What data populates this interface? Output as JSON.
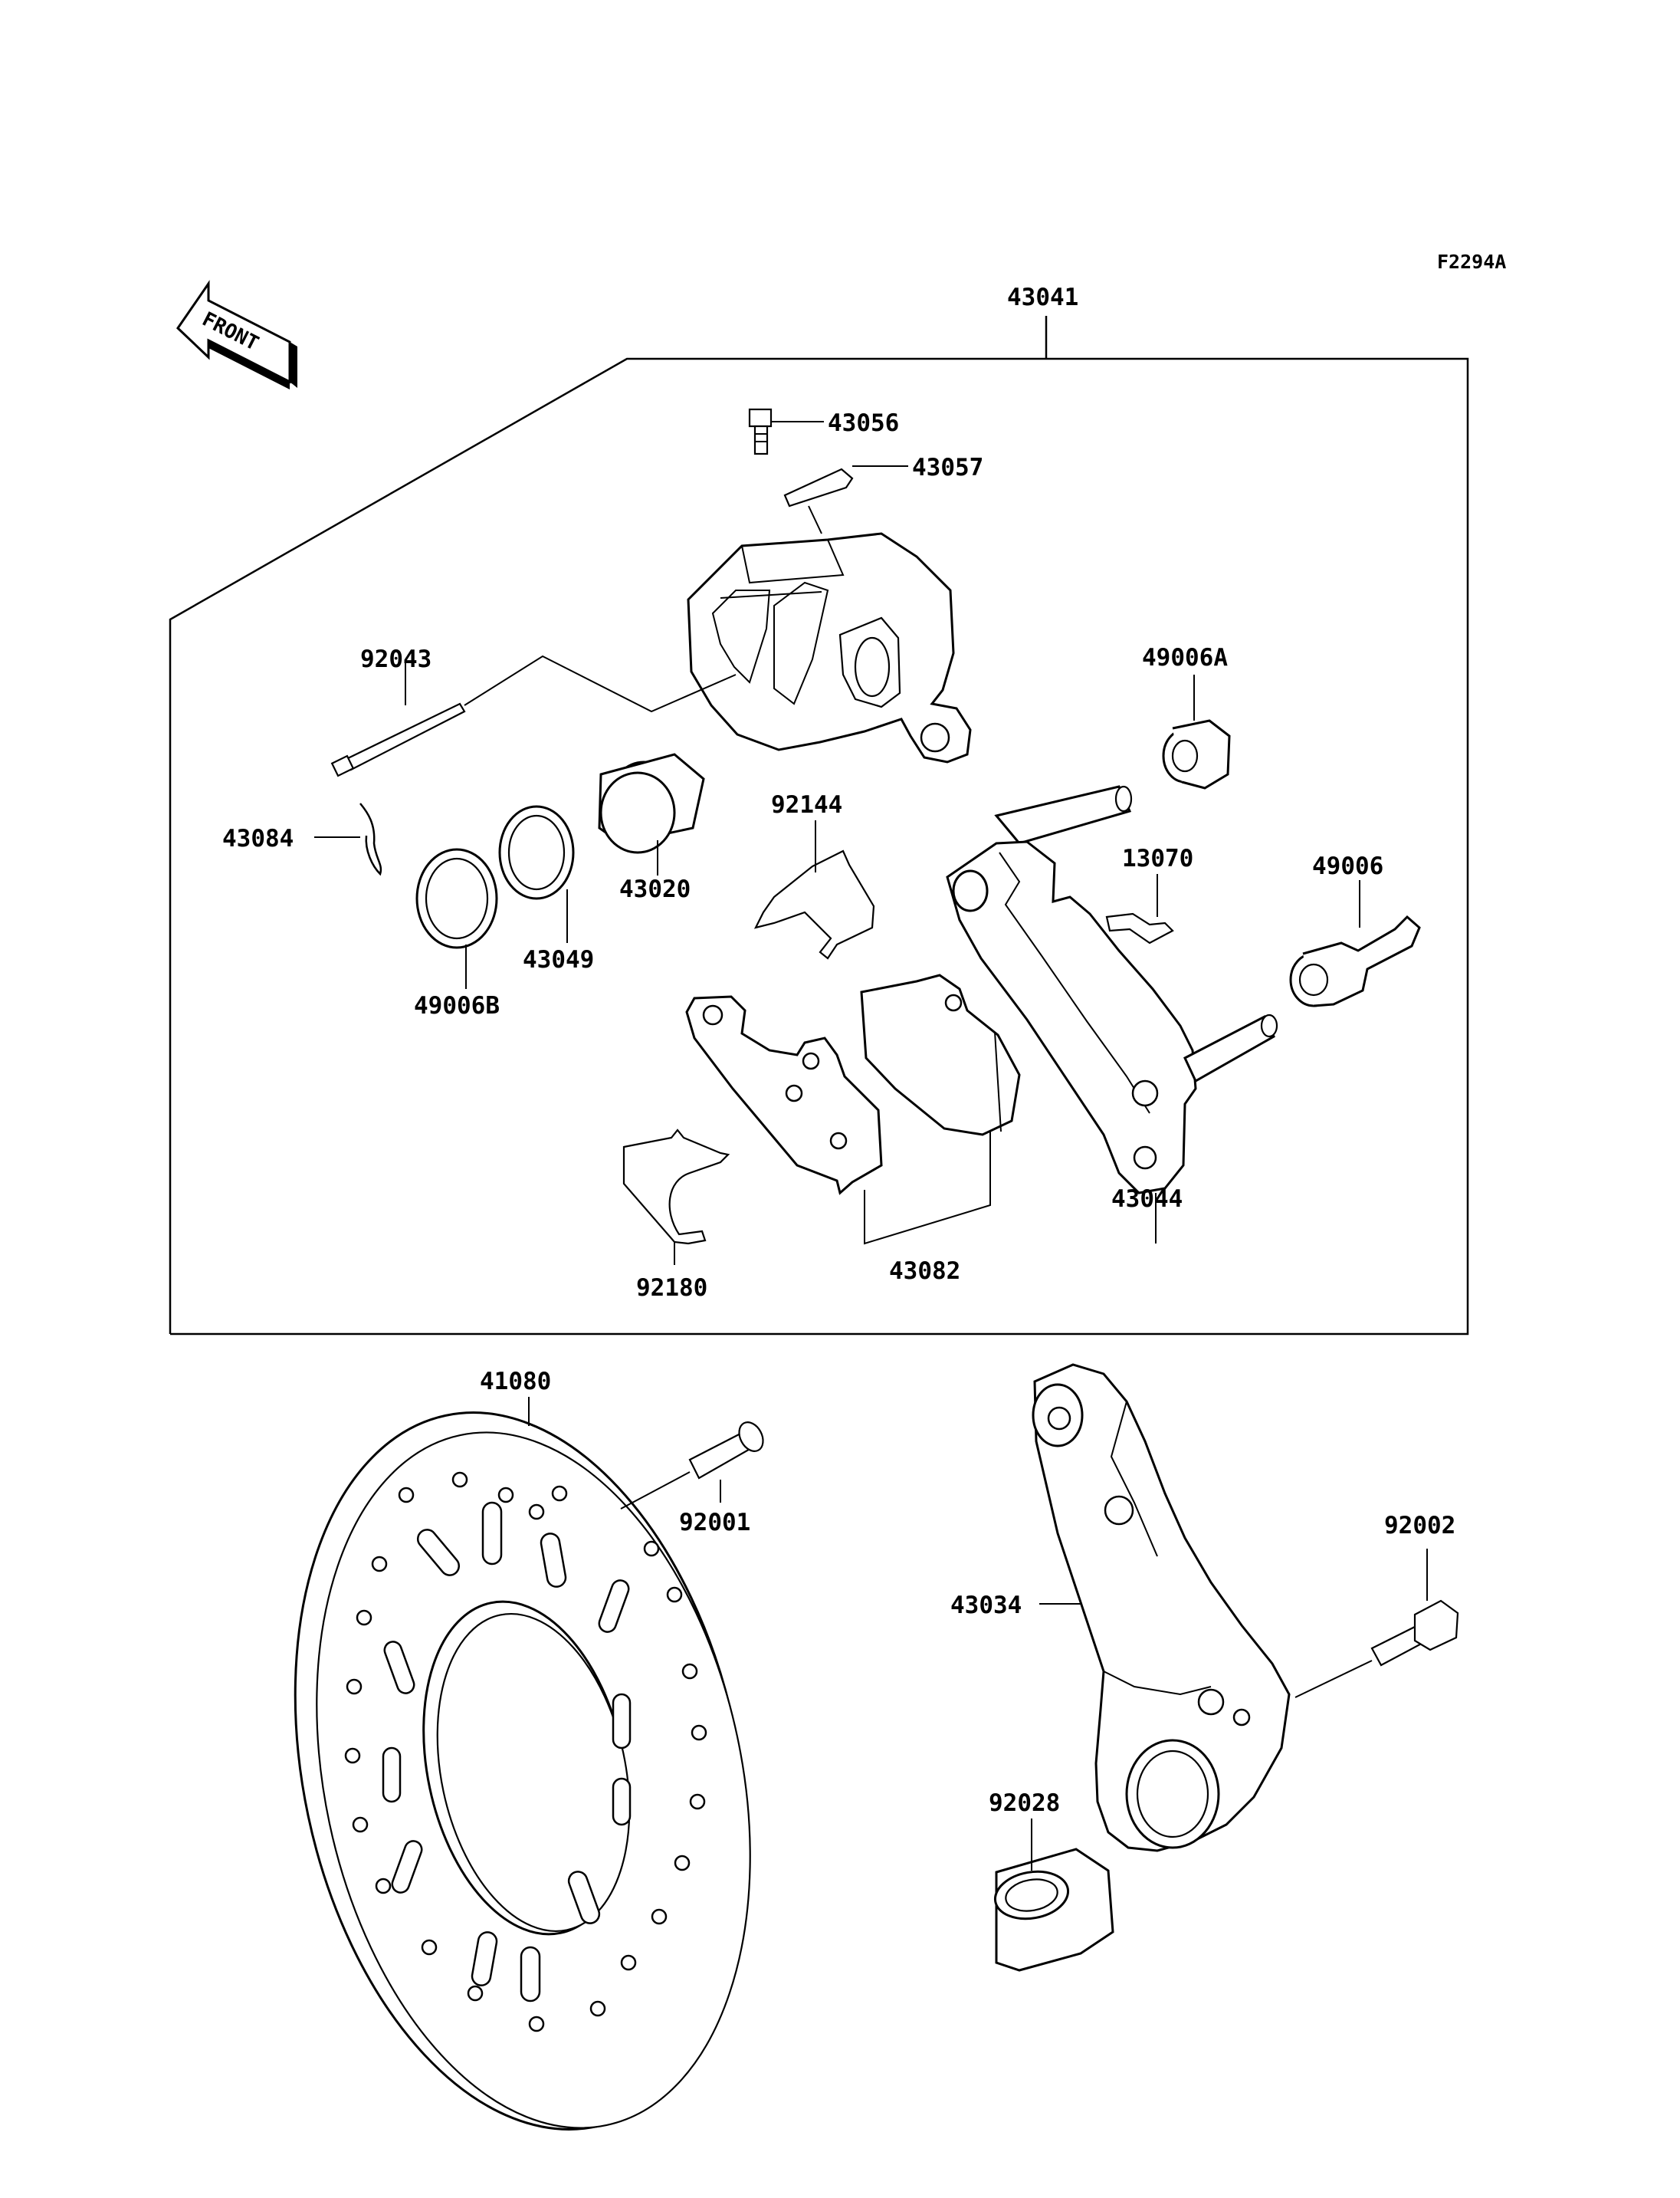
{
  "diagram": {
    "ref_code": "F2294A",
    "front_label": "FRONT",
    "parts": {
      "p43041": "43041",
      "p43056": "43056",
      "p43057": "43057",
      "p92043": "92043",
      "p49006A": "49006A",
      "p43084": "43084",
      "p92144": "92144",
      "p13070": "13070",
      "p49006": "49006",
      "p43020": "43020",
      "p43049": "43049",
      "p49006B": "49006B",
      "p43044": "43044",
      "p43082": "43082",
      "p92180": "92180",
      "p41080": "41080",
      "p92001": "92001",
      "p92002": "92002",
      "p43034": "43034",
      "p92028": "92028"
    }
  }
}
